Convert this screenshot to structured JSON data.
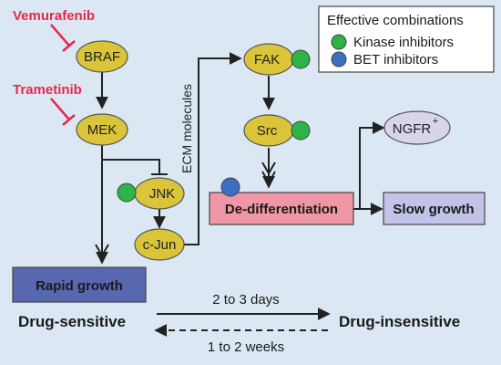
{
  "drugs": {
    "vemurafenib": "Vemurafenib",
    "trametinib": "Trametinib"
  },
  "nodes": {
    "braf": "BRAF",
    "mek": "MEK",
    "jnk": "JNK",
    "cjun": "c-Jun",
    "fak": "FAK",
    "src": "Src",
    "ngfr": "NGFR",
    "ngfr_sup": "+"
  },
  "boxes": {
    "rapid_growth": "Rapid growth",
    "dedifferentiation": "De-differentiation",
    "slow_growth": "Slow growth"
  },
  "side_label": "ECM molecules",
  "legend": {
    "title": "Effective combinations",
    "items": [
      {
        "label": "Kinase inhibitors",
        "color": "#2db34a"
      },
      {
        "label": "BET inhibitors",
        "color": "#3a6fc4"
      }
    ]
  },
  "bottom": {
    "left": "Drug-sensitive",
    "right": "Drug-insensitive",
    "forward": "2 to 3 days",
    "backward": "1 to 2 weeks"
  },
  "colors": {
    "background": "#dbe8f3",
    "node_fill": "#d9c43a",
    "drug_text": "#e8274b",
    "rapid_box": "#5868b0",
    "dediff_box": "#ef97a6",
    "slow_box": "#c1c4e6",
    "ngfr_fill": "#d8d5ea"
  }
}
